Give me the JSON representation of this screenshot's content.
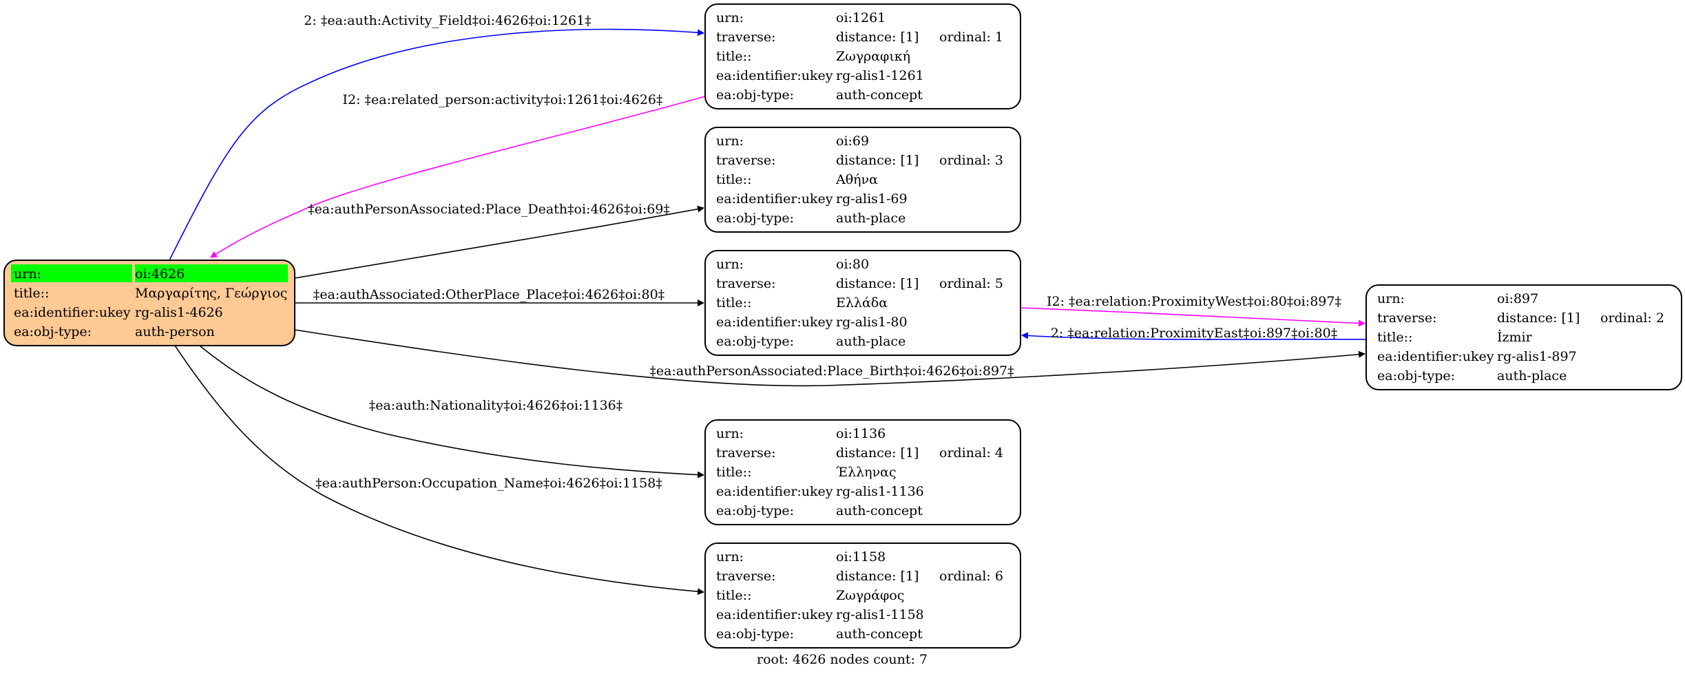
{
  "graph": {
    "footer": "root: 4626 nodes count: 7",
    "colors": {
      "root_fill": "#ffc994",
      "highlight": "#00ff00",
      "node_fill": "#ffffff",
      "edge_black": "#000000",
      "edge_blue": "#0000ff",
      "edge_magenta": "#ff00ff"
    },
    "nodes": [
      {
        "id": "n4626",
        "root": true,
        "rows": [
          {
            "k": "urn:",
            "v": "oi:4626"
          },
          {
            "k": "title::",
            "v": "Μαργαρίτης, Γεώργιος"
          },
          {
            "k": "ea:identifier:ukey",
            "v": "rg-alis1-4626"
          },
          {
            "k": "ea:obj-type:",
            "v": "auth-person"
          }
        ]
      },
      {
        "id": "n1261",
        "rows": [
          {
            "k": "urn:",
            "v": "oi:1261"
          },
          {
            "k": "traverse:",
            "v": "distance: [1]",
            "x": "ordinal: 1"
          },
          {
            "k": "title::",
            "v": "Ζωγραφική"
          },
          {
            "k": "ea:identifier:ukey",
            "v": "rg-alis1-1261"
          },
          {
            "k": "ea:obj-type:",
            "v": "auth-concept"
          }
        ]
      },
      {
        "id": "n69",
        "rows": [
          {
            "k": "urn:",
            "v": "oi:69"
          },
          {
            "k": "traverse:",
            "v": "distance: [1]",
            "x": "ordinal: 3"
          },
          {
            "k": "title::",
            "v": "Αθήνα"
          },
          {
            "k": "ea:identifier:ukey",
            "v": "rg-alis1-69"
          },
          {
            "k": "ea:obj-type:",
            "v": "auth-place"
          }
        ]
      },
      {
        "id": "n80",
        "rows": [
          {
            "k": "urn:",
            "v": "oi:80"
          },
          {
            "k": "traverse:",
            "v": "distance: [1]",
            "x": "ordinal: 5"
          },
          {
            "k": "title::",
            "v": "Ελλάδα"
          },
          {
            "k": "ea:identifier:ukey",
            "v": "rg-alis1-80"
          },
          {
            "k": "ea:obj-type:",
            "v": "auth-place"
          }
        ]
      },
      {
        "id": "n897",
        "rows": [
          {
            "k": "urn:",
            "v": "oi:897"
          },
          {
            "k": "traverse:",
            "v": "distance: [1]",
            "x": "ordinal: 2"
          },
          {
            "k": "title::",
            "v": "İzmir"
          },
          {
            "k": "ea:identifier:ukey",
            "v": "rg-alis1-897"
          },
          {
            "k": "ea:obj-type:",
            "v": "auth-place"
          }
        ]
      },
      {
        "id": "n1136",
        "rows": [
          {
            "k": "urn:",
            "v": "oi:1136"
          },
          {
            "k": "traverse:",
            "v": "distance: [1]",
            "x": "ordinal: 4"
          },
          {
            "k": "title::",
            "v": "Έλληνας"
          },
          {
            "k": "ea:identifier:ukey",
            "v": "rg-alis1-1136"
          },
          {
            "k": "ea:obj-type:",
            "v": "auth-concept"
          }
        ]
      },
      {
        "id": "n1158",
        "rows": [
          {
            "k": "urn:",
            "v": "oi:1158"
          },
          {
            "k": "traverse:",
            "v": "distance: [1]",
            "x": "ordinal: 6"
          },
          {
            "k": "title::",
            "v": "Ζωγράφος"
          },
          {
            "k": "ea:identifier:ukey",
            "v": "rg-alis1-1158"
          },
          {
            "k": "ea:obj-type:",
            "v": "auth-concept"
          }
        ]
      }
    ],
    "edges": [
      {
        "id": "e1",
        "from": "n4626",
        "to": "n1261",
        "color": "blue",
        "label": "2: ‡ea:auth:Activity_Field‡oi:4626‡oi:1261‡"
      },
      {
        "id": "e2",
        "from": "n1261",
        "to": "n4626",
        "color": "magenta",
        "label": "I2: ‡ea:related_person:activity‡oi:1261‡oi:4626‡"
      },
      {
        "id": "e3",
        "from": "n4626",
        "to": "n69",
        "color": "black",
        "label": "‡ea:authPersonAssociated:Place_Death‡oi:4626‡oi:69‡"
      },
      {
        "id": "e4",
        "from": "n4626",
        "to": "n80",
        "color": "black",
        "label": "‡ea:authAssociated:OtherPlace_Place‡oi:4626‡oi:80‡"
      },
      {
        "id": "e5",
        "from": "n80",
        "to": "n897",
        "color": "magenta",
        "label": "I2: ‡ea:relation:ProximityWest‡oi:80‡oi:897‡"
      },
      {
        "id": "e6",
        "from": "n897",
        "to": "n80",
        "color": "blue",
        "label": "2: ‡ea:relation:ProximityEast‡oi:897‡oi:80‡"
      },
      {
        "id": "e7",
        "from": "n4626",
        "to": "n897",
        "color": "black",
        "label": "‡ea:authPersonAssociated:Place_Birth‡oi:4626‡oi:897‡"
      },
      {
        "id": "e8",
        "from": "n4626",
        "to": "n1136",
        "color": "black",
        "label": "‡ea:auth:Nationality‡oi:4626‡oi:1136‡"
      },
      {
        "id": "e9",
        "from": "n4626",
        "to": "n1158",
        "color": "black",
        "label": "‡ea:authPerson:Occupation_Name‡oi:4626‡oi:1158‡"
      }
    ]
  }
}
